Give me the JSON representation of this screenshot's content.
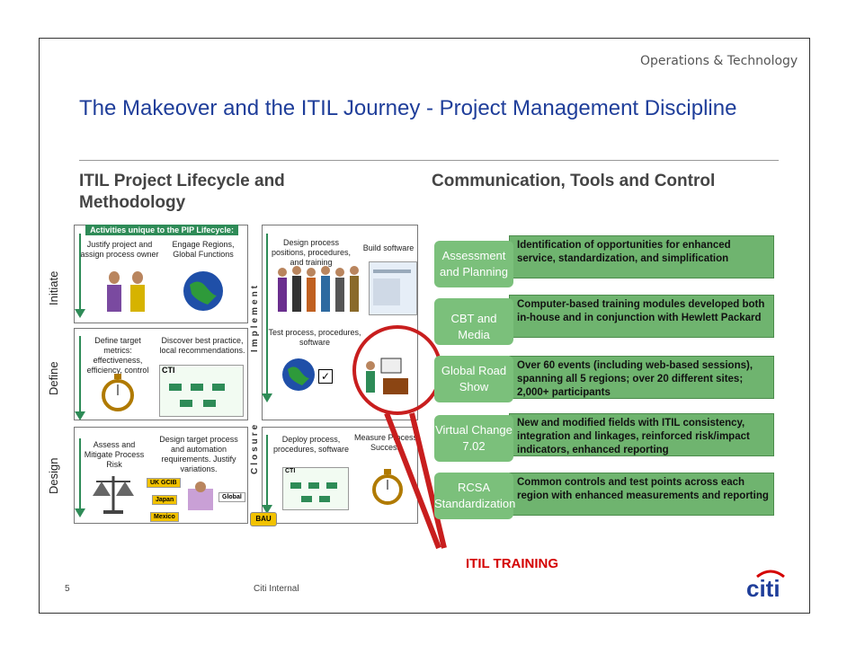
{
  "header": {
    "brand": "Operations & Technology"
  },
  "title": "The  Makeover and the ITIL Journey - Project Management Discipline",
  "left_heading": "ITIL Project Lifecycle and Methodology",
  "right_heading": "Communication, Tools and Control",
  "lifecycle": {
    "banner": "Activities unique to the PIP Lifecycle:",
    "phases": [
      "Initiate",
      "Define",
      "Design"
    ],
    "implement_label": "Implement",
    "closure_label": "Closure",
    "initiate": {
      "a": "Justify project and assign process owner",
      "b": "Engage Regions, Global Functions"
    },
    "define": {
      "a": "Define target metrics: effectiveness, efficiency, control",
      "b": "Discover best practice, local recommendations.",
      "cti": "CTI"
    },
    "design": {
      "a": "Assess and Mitigate Process Risk",
      "b": "Design target process and automation requirements. Justify variations.",
      "tags": [
        "UK GCIB",
        "Japan",
        "Mexico",
        "Global"
      ]
    },
    "implement": {
      "a": "Design process positions, procedures, and training",
      "b": "Build software",
      "c": "Test process, procedures, software"
    },
    "closure": {
      "a": "Deploy process, procedures, software",
      "b": "Measure Process Success",
      "cti": "CTI",
      "bau": "BAU"
    }
  },
  "comm_rows": [
    {
      "badge": "Assessment and Planning",
      "text": "Identification of opportunities for enhanced service, standardization, and simplification"
    },
    {
      "badge": "CBT and Media",
      "text": "Computer-based training modules developed both in-house and in conjunction with Hewlett Packard"
    },
    {
      "badge": "Global Road Show",
      "text": "Over 60 events (including web-based sessions), spanning all 5 regions; over 20 different sites; 2,000+ participants"
    },
    {
      "badge": "Virtual Change 7.02",
      "text": "New and modified fields with ITIL consistency, integration and linkages, reinforced risk/impact indicators, enhanced reporting"
    },
    {
      "badge": "RCSA Standardization",
      "text": "Common controls and test points across each region with enhanced measurements and reporting"
    }
  ],
  "callout": "ITIL TRAINING",
  "footer": {
    "page": "5",
    "classification": "Citi Internal",
    "logo": "citi"
  },
  "colors": {
    "title": "#1f3e9a",
    "green": "#6fb46f",
    "red": "#d40000"
  }
}
